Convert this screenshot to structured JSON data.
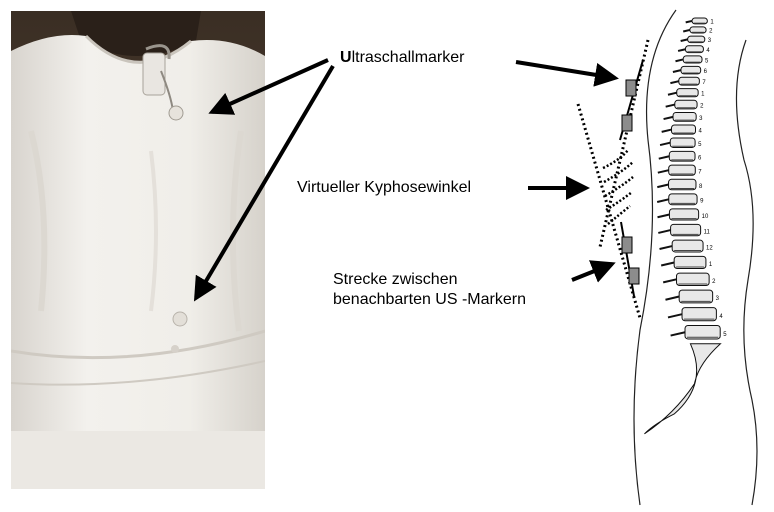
{
  "labels": {
    "ultraschallmarker_initial": "U",
    "ultraschallmarker_rest": "ltraschallmarker",
    "kyphosewinkel": "Virtueller Kyphosewinkel",
    "strecke_line1": "Strecke zwischen",
    "strecke_line2": "benachbarten US -Markern"
  },
  "spine_numbers": {
    "cervical": [
      "1",
      "2",
      "3",
      "4",
      "5",
      "6",
      "7"
    ],
    "thoracic": [
      "1",
      "2",
      "3",
      "4",
      "5",
      "6",
      "7",
      "8",
      "9",
      "10",
      "11",
      "12"
    ],
    "lumbar": [
      "1",
      "2",
      "3",
      "4",
      "5"
    ]
  },
  "colors": {
    "shirt": "#f2f0ec",
    "shirt_shadow": "#d9d5cf",
    "background_photo": "#3a2e24",
    "marker": "#8c8c8c",
    "arrow": "#000000",
    "bone": "#e8e8e8"
  }
}
